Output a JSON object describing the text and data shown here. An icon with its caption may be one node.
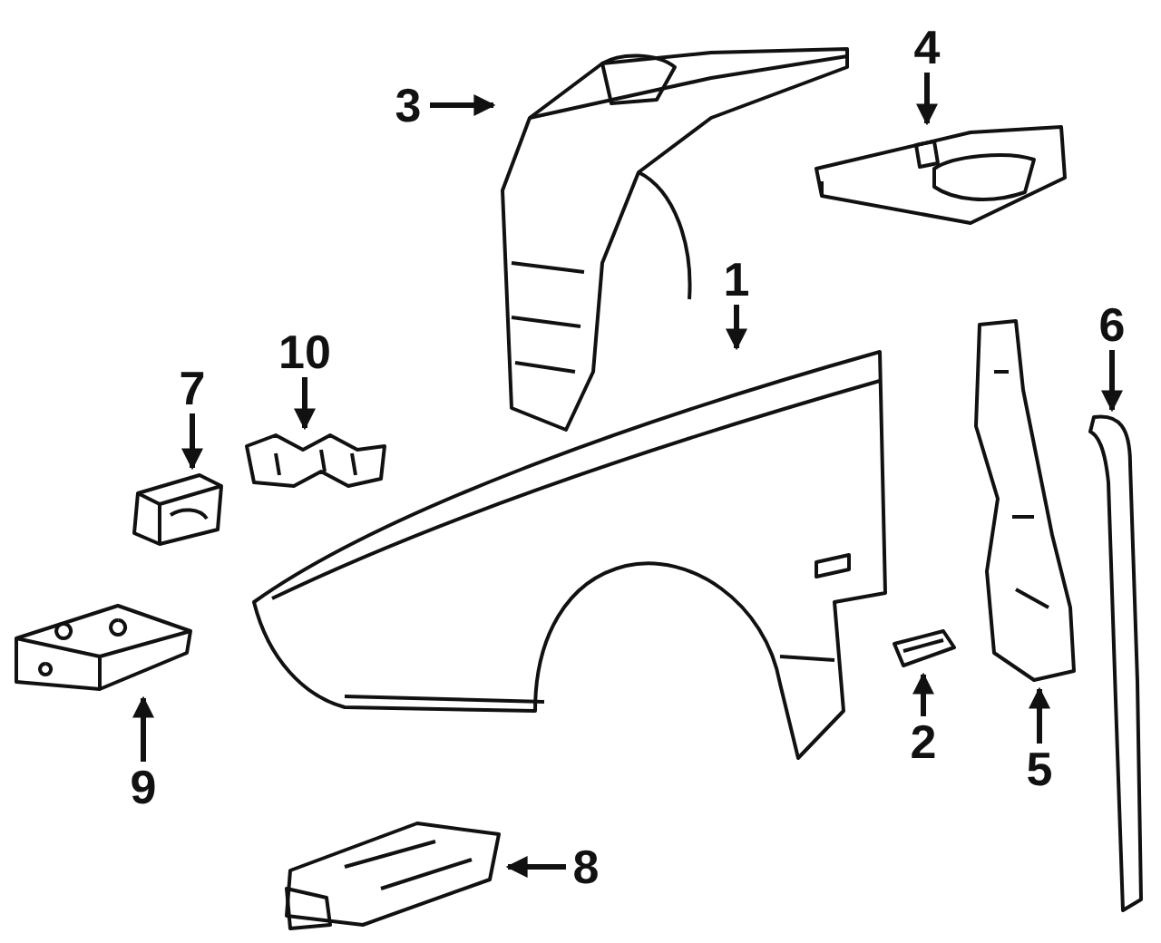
{
  "diagram": {
    "nodes": [
      {
        "text": [
          "3"
        ]
      },
      {
        "text": [
          "4"
        ]
      },
      {
        "text": [
          "1"
        ]
      },
      {
        "text": [
          "10"
        ]
      },
      {
        "text": [
          "7"
        ]
      },
      {
        "text": [
          "6"
        ]
      },
      {
        "text": [
          "9"
        ]
      },
      {
        "text": [
          "2"
        ]
      },
      {
        "text": [
          "5"
        ]
      },
      {
        "text": [
          "8"
        ]
      },
      {
        "text": [],
        "shape": "picture"
      },
      {
        "text": [],
        "shape": "picture"
      },
      {
        "text": [],
        "shape": "picture"
      },
      {
        "text": [],
        "shape": "picture"
      },
      {
        "text": [],
        "shape": "picture"
      },
      {
        "text": [],
        "shape": "picture"
      },
      {
        "text": [],
        "shape": "picture"
      },
      {
        "text": [],
        "shape": "picture"
      },
      {
        "text": [],
        "shape": "picture"
      },
      {
        "text": [],
        "shape": "picture"
      }
    ],
    "edges": [
      {
        "from": 0,
        "to": 10,
        "arrow": "to"
      },
      {
        "from": 1,
        "to": 11,
        "arrow": "to"
      },
      {
        "from": 2,
        "to": 12,
        "arrow": "to"
      },
      {
        "from": 3,
        "to": 13,
        "arrow": "to"
      },
      {
        "from": 4,
        "to": 14,
        "arrow": "to"
      },
      {
        "from": 5,
        "to": 15,
        "arrow": "to"
      },
      {
        "from": 6,
        "to": 16,
        "arrow": "to"
      },
      {
        "from": 7,
        "to": 17,
        "arrow": "to"
      },
      {
        "from": 8,
        "to": 18,
        "arrow": "to"
      },
      {
        "from": 9,
        "to": 19,
        "arrow": "to"
      }
    ]
  }
}
